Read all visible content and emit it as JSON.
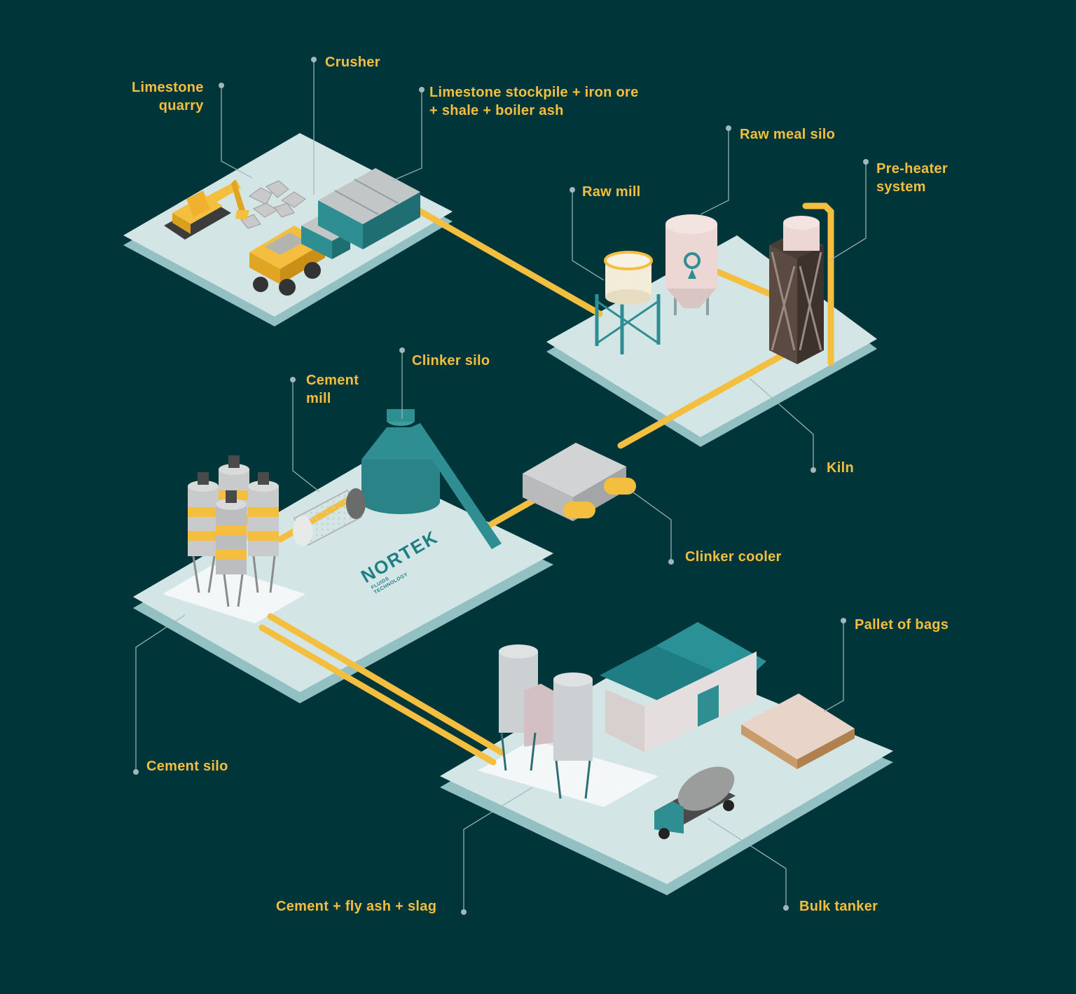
{
  "diagram": {
    "title": "",
    "brand": {
      "name": "NORTEK",
      "tagline": [
        "FLUIDS",
        "TECHNOLOGY"
      ]
    },
    "colors": {
      "background": "#00363a",
      "platform_top": "#d4e5e6",
      "platform_side": "#93c1c3",
      "pipe": "#f4bf3f",
      "label": "#f4bf3f",
      "teal_structure": "#2e8e91",
      "leader_line": "#9fb8bb"
    },
    "labels": {
      "limestone_quarry": [
        "Limestone",
        "quarry"
      ],
      "crusher": "Crusher",
      "stockpile": [
        "Limestone stockpile + iron ore",
        "+ shale + boiler ash"
      ],
      "raw_meal_silo": "Raw meal silo",
      "pre_heater": [
        "Pre-heater",
        "system"
      ],
      "raw_mill": "Raw mill",
      "clinker_silo": "Clinker silo",
      "cement_mill": [
        "Cement",
        "mill"
      ],
      "kiln": "Kiln",
      "clinker_cooler": "Clinker cooler",
      "pallet_of_bags": "Pallet of bags",
      "cement_silo": "Cement silo",
      "cement_fly_ash_slag": "Cement + fly ash + slag",
      "bulk_tanker": "Bulk tanker"
    },
    "icons": [
      "excavator-icon",
      "dump-truck-icon",
      "rock-pile-icon",
      "crusher-icon",
      "raw-mill-icon",
      "raw-meal-silo-icon",
      "pre-heater-tower-icon",
      "kiln-icon",
      "clinker-cooler-icon",
      "clinker-silo-icon",
      "cement-mill-icon",
      "cement-silo-group-icon",
      "warehouse-icon",
      "pallet-icon",
      "concrete-mixer-truck-icon"
    ]
  }
}
